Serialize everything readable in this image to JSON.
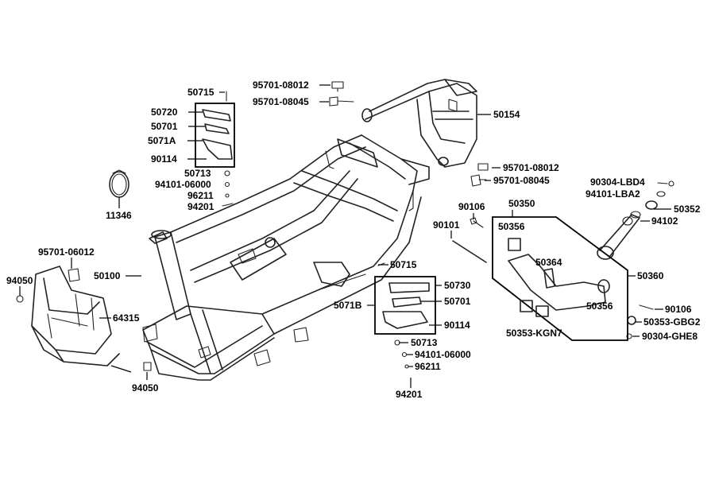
{
  "labels": {
    "l_50715_top": "50715",
    "l_50720": "50720",
    "l_50701_top": "50701",
    "l_5071A": "5071A",
    "l_90114_top": "90114",
    "l_50713_top": "50713",
    "l_94101_06000_top": "94101-06000",
    "l_96211_top": "96211",
    "l_94201_top": "94201",
    "l_95701_08012_top": "95701-08012",
    "l_95701_08045_top": "95701-08045",
    "l_50154": "50154",
    "l_95701_08012_mid": "95701-08012",
    "l_95701_08045_mid": "95701-08045",
    "l_11346": "11346",
    "l_95701_06012": "95701-06012",
    "l_94050_left": "94050",
    "l_50100": "50100",
    "l_64315": "64315",
    "l_94050_bottom": "94050",
    "l_90106_top": "90106",
    "l_90101": "90101",
    "l_50350": "50350",
    "l_50356_top": "50356",
    "l_50364": "50364",
    "l_50356_bot": "50356",
    "l_50353_KGN7": "50353-KGN7",
    "l_50360": "50360",
    "l_90304_LBD4": "90304-LBD4",
    "l_94101_LBA2": "94101-LBA2",
    "l_50352": "50352",
    "l_94102": "94102",
    "l_90106_bot": "90106",
    "l_50353_GBG2": "50353-GBG2",
    "l_90304_GHE8": "90304-GHE8",
    "l_50715_mid": "50715",
    "l_50730": "50730",
    "l_50701_mid": "50701",
    "l_5071B": "5071B",
    "l_90114_mid": "90114",
    "l_50713_bot": "50713",
    "l_94101_06000_bot": "94101-06000",
    "l_96211_bot": "96211",
    "l_94201_bot": "94201"
  }
}
